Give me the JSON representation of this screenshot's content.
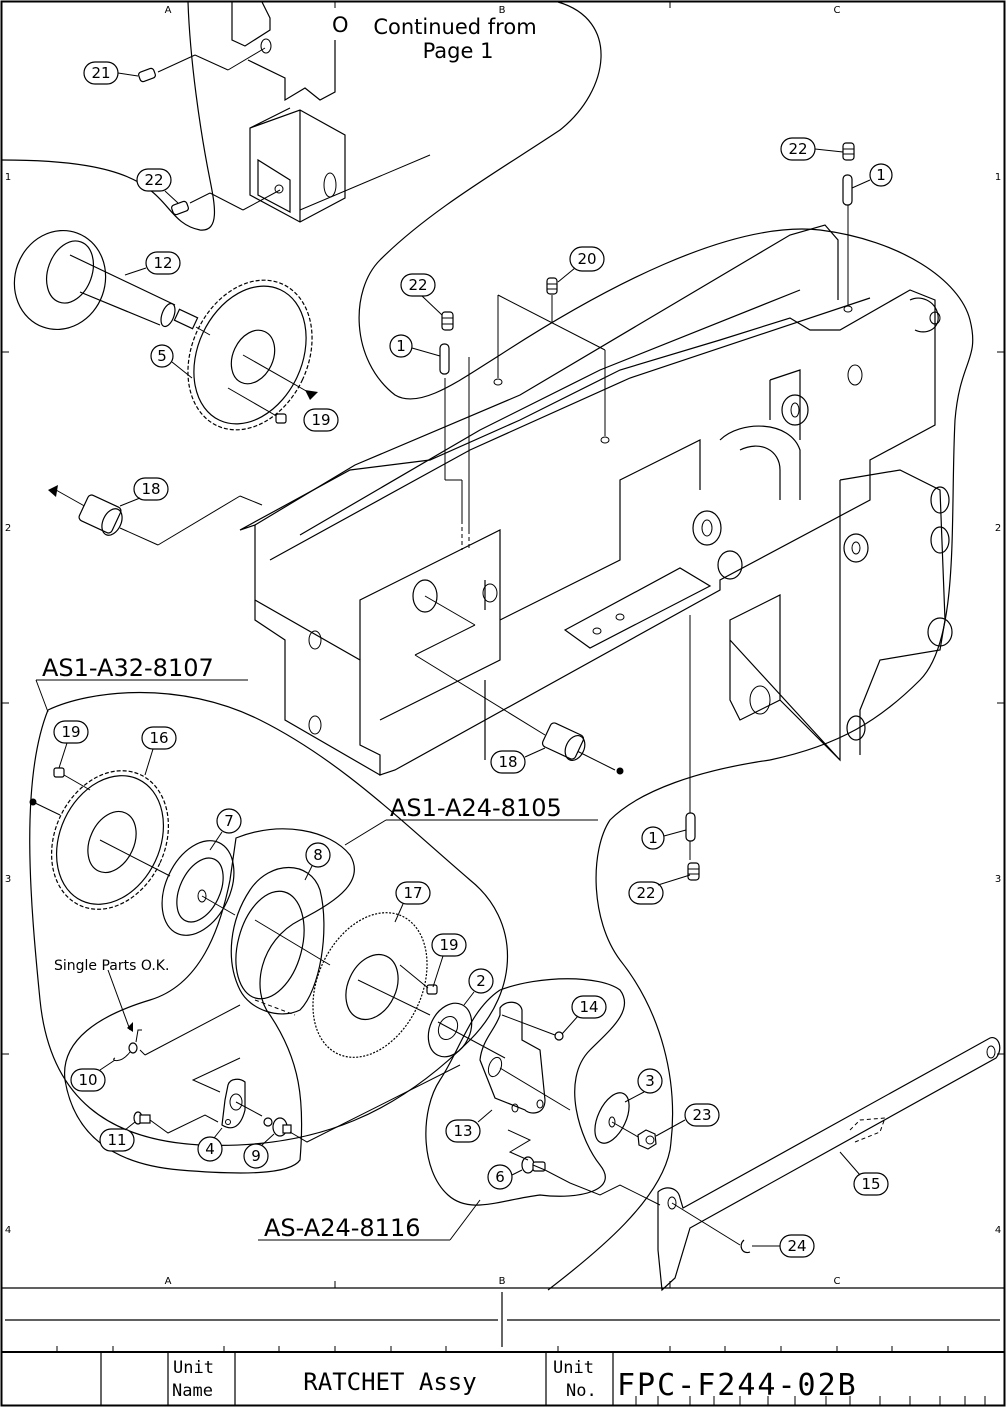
{
  "drawing": {
    "continued_note": [
      "Continued from",
      "Page 1"
    ],
    "single_parts_note": "Single Parts O.K.",
    "zone_columns": [
      "A",
      "B",
      "C"
    ],
    "zone_rows": [
      "1",
      "2",
      "3",
      "4"
    ],
    "assemblies": [
      {
        "id": "asm-a32-8107",
        "label": "AS1-A32-8107"
      },
      {
        "id": "asm-a24-8105",
        "label": "AS1-A24-8105"
      },
      {
        "id": "asm-a24-8116",
        "label": "AS-A24-8116"
      }
    ],
    "callouts": [
      {
        "n": "21"
      },
      {
        "n": "22"
      },
      {
        "n": "12"
      },
      {
        "n": "5"
      },
      {
        "n": "19"
      },
      {
        "n": "18"
      },
      {
        "n": "22"
      },
      {
        "n": "1"
      },
      {
        "n": "20"
      },
      {
        "n": "22"
      },
      {
        "n": "1"
      },
      {
        "n": "18"
      },
      {
        "n": "1"
      },
      {
        "n": "22"
      },
      {
        "n": "19"
      },
      {
        "n": "16"
      },
      {
        "n": "7"
      },
      {
        "n": "8"
      },
      {
        "n": "17"
      },
      {
        "n": "19"
      },
      {
        "n": "2"
      },
      {
        "n": "14"
      },
      {
        "n": "3"
      },
      {
        "n": "23"
      },
      {
        "n": "13"
      },
      {
        "n": "6"
      },
      {
        "n": "10"
      },
      {
        "n": "11"
      },
      {
        "n": "4"
      },
      {
        "n": "9"
      },
      {
        "n": "15"
      },
      {
        "n": "24"
      }
    ]
  },
  "title_block": {
    "unit_name_label": [
      "Unit",
      "Name"
    ],
    "unit_name": "RATCHET Assy",
    "unit_no_label": [
      "Unit",
      "No."
    ],
    "unit_no": "FPC-F244-02B"
  }
}
